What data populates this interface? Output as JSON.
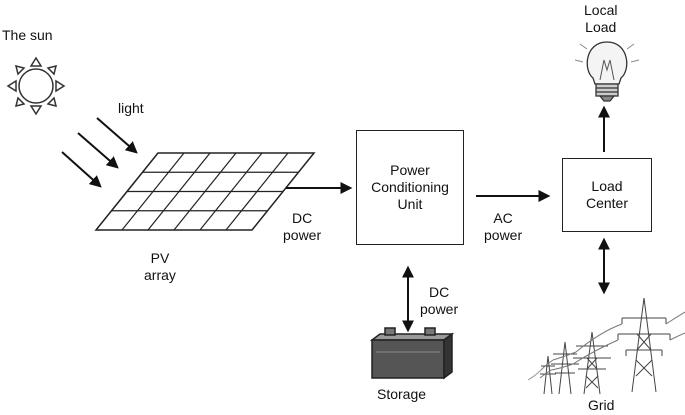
{
  "labels": {
    "sun": "The sun",
    "light": "light",
    "pv_array": "PV\narray",
    "dc_power_1": "DC\npower",
    "pcu": "Power\nConditioning\nUnit",
    "ac_power": "AC\npower",
    "load_center": "Load\nCenter",
    "local_load": "Local\nLoad",
    "dc_power_2": "DC\npower",
    "storage": "Storage",
    "grid": "Grid"
  },
  "icons": {
    "sun": "sun-icon",
    "pv": "solar-panel-icon",
    "bulb": "light-bulb-icon",
    "battery": "battery-icon",
    "grid": "power-tower-icon"
  }
}
